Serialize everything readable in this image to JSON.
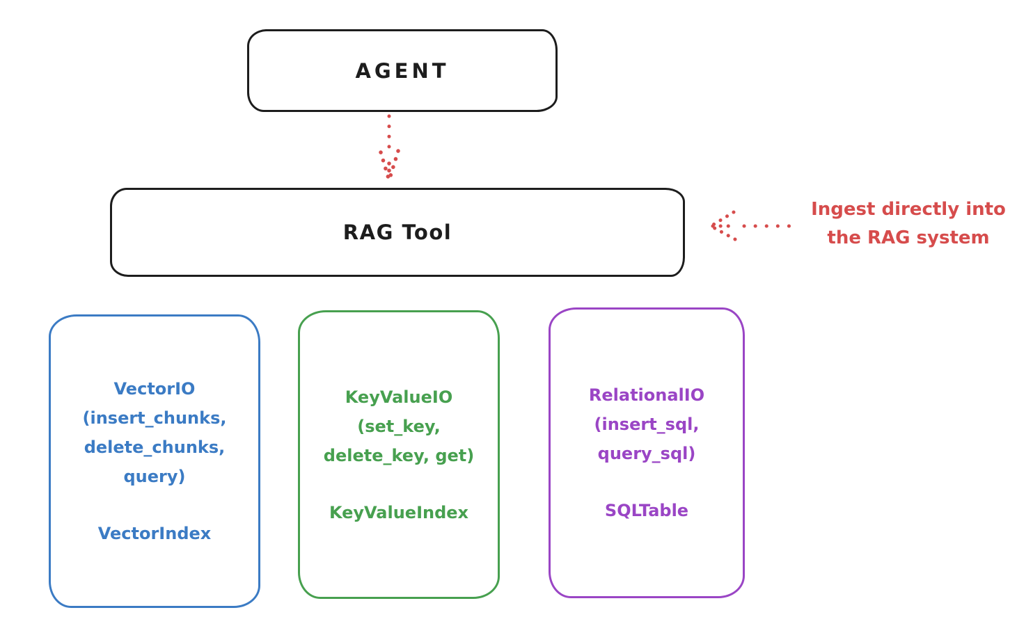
{
  "agent": {
    "label": "AGENT"
  },
  "rag_tool": {
    "label": "RAG Tool"
  },
  "annotation": {
    "line1": "Ingest directly into",
    "line2": "the RAG system"
  },
  "backends": [
    {
      "id": "vector-io",
      "color": "#3b7bc4",
      "lines": [
        "VectorIO",
        "(insert_chunks,",
        "delete_chunks,",
        "query)"
      ],
      "index": "VectorIndex"
    },
    {
      "id": "keyvalue-io",
      "color": "#47a04f",
      "lines": [
        "KeyValueIO",
        "(set_key,",
        "delete_key, get)"
      ],
      "index": "KeyValueIndex"
    },
    {
      "id": "relational-io",
      "color": "#9a45c5",
      "lines": [
        "RelationalIO",
        "(insert_sql,",
        "query_sql)"
      ],
      "index": "SQLTable"
    }
  ],
  "colors": {
    "ink": "#1d1d1d",
    "red": "#d64c4c",
    "blue": "#3b7bc4",
    "green": "#47a04f",
    "purple": "#9a45c5",
    "background": "#ffffff"
  }
}
